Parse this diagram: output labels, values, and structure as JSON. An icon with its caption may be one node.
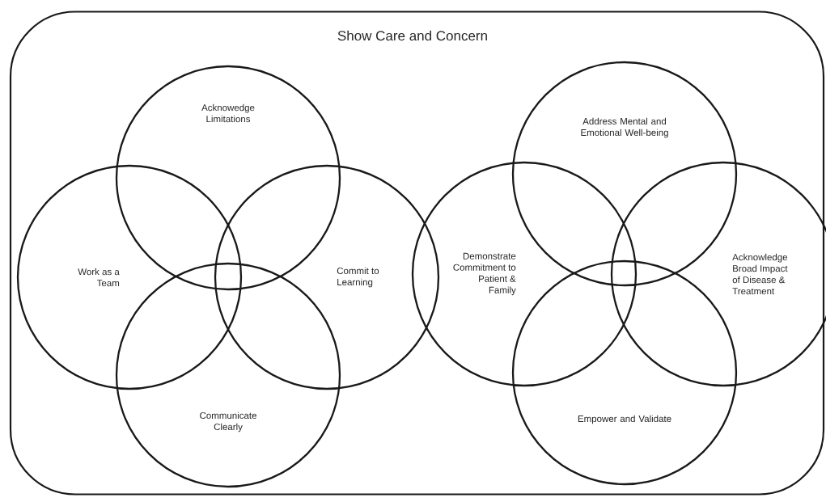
{
  "diagram": {
    "nodes": [
      {
        "text": [
          "Show Care and Concern"
        ]
      },
      {
        "text": [
          "Acknowedge Limitations"
        ],
        "in": 0
      },
      {
        "text": [
          "Work as a Team"
        ],
        "in": 0
      },
      {
        "text": [
          "Commit to Learning"
        ],
        "in": 0
      },
      {
        "text": [
          "Communicate Clearly"
        ],
        "in": 0
      },
      {
        "text": [
          "Address Mental and Emotional Well-being"
        ],
        "in": 0
      },
      {
        "text": [
          "Demonstrate Commitment to Patient & Family"
        ],
        "in": 0
      },
      {
        "text": [
          "Acknowledge Broad Impact of Disease & Treatment"
        ],
        "in": 0
      },
      {
        "text": [
          "Empower and Validate"
        ],
        "in": 0
      }
    ]
  }
}
